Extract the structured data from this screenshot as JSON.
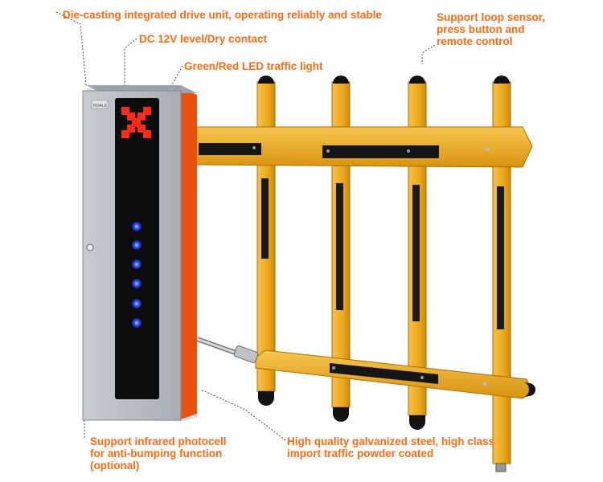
{
  "labels": {
    "drive_unit": "Die-casting integrated drive unit, operating reliably and stable",
    "dc_level": "DC 12V level/Dry contact",
    "led_light": "Green/Red LED traffic light",
    "loop_sensor": [
      "Support loop sensor,",
      "press button and",
      "remote control"
    ],
    "photocell": [
      "Support infrared photocell",
      "for anti-bumping function",
      "(optional)"
    ],
    "steel": [
      "High quality galvanized steel, high class",
      "import traffic powder coated"
    ]
  },
  "cabinet": {
    "brand_plate": "ROALE"
  },
  "colors": {
    "accent": "#ff6a13",
    "cabinet_side": "#e8500e",
    "boom": "#f2b21b",
    "led_red": "#ff2a1a",
    "led_blue": "#2f54ff"
  }
}
